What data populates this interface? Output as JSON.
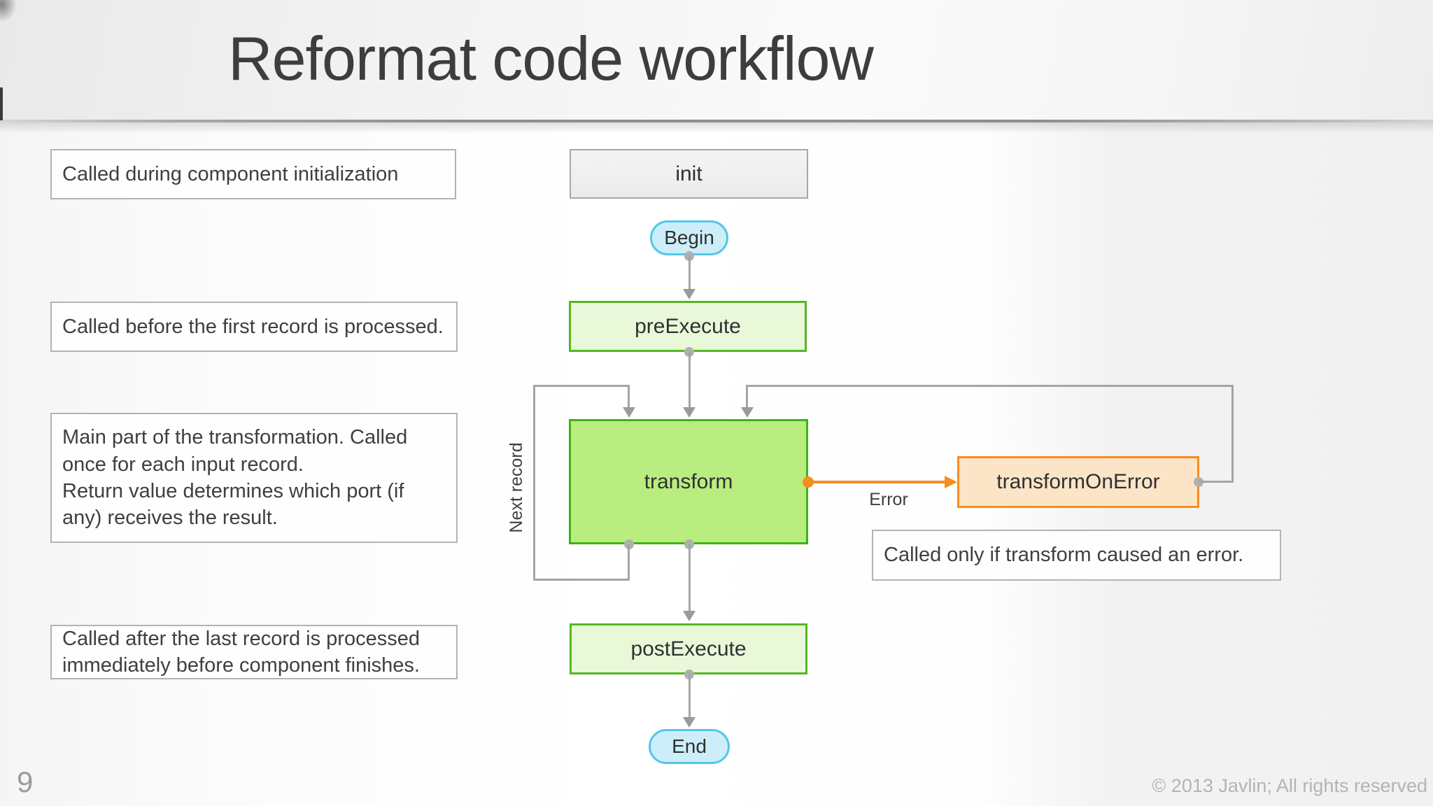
{
  "slide": {
    "title": "Reformat code workflow",
    "page_number": "9",
    "copyright": "© 2013 Javlin; All rights reserved"
  },
  "notes": {
    "init": "Called during component initialization",
    "pre_execute": "Called before the first record is processed.",
    "transform_p1": "Main part of the transformation. Called once for each input record.",
    "transform_p2": "Return value determines which port (if any) receives the result.",
    "post_execute": "Called after the last record is processed immediately before component finishes.",
    "on_error": "Called only if transform caused an error."
  },
  "flowchart": {
    "nodes": {
      "init": "init",
      "begin": "Begin",
      "pre_execute": "preExecute",
      "transform": "transform",
      "transform_on_error": "transformOnError",
      "post_execute": "postExecute",
      "end": "End"
    },
    "edge_labels": {
      "next_record": "Next record",
      "error": "Error"
    },
    "colors": {
      "phase_fill": "#eaf8da",
      "phase_border": "#54b820",
      "transform_fill": "#b9ed80",
      "transform_border": "#3db312",
      "on_error_fill": "#fce5c7",
      "on_error_border": "#f68d1e",
      "terminal_fill": "#cdeef9",
      "terminal_border": "#55c6e9",
      "init_fill": "#f1f1f1",
      "init_border": "#a7a7a7",
      "connector": "#a5a5a5",
      "error_connector": "#f68d1e",
      "title_color": "#3d3d3d"
    }
  }
}
